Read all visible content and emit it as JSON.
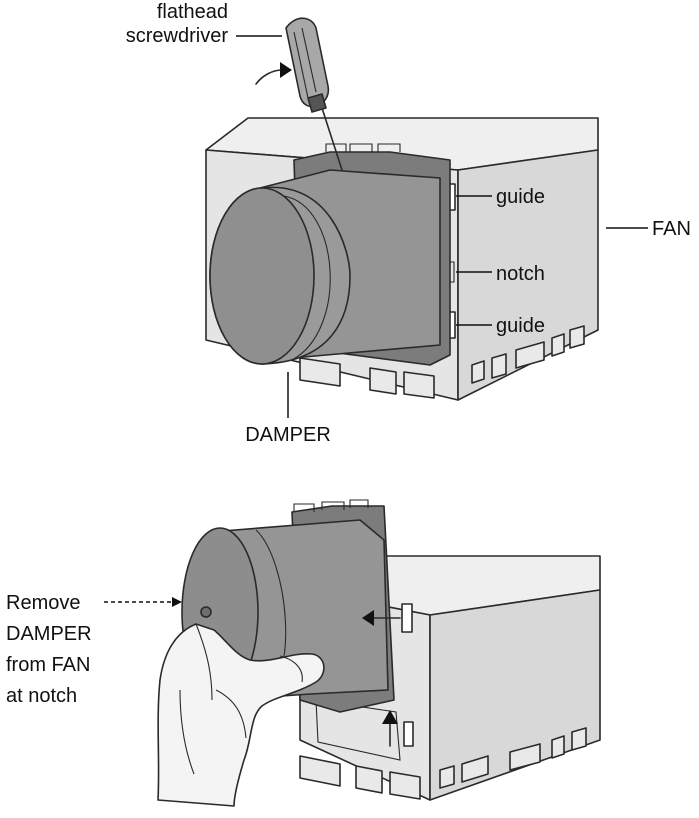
{
  "figure": {
    "top_panel": {
      "label_screwdriver_line1": "flathead",
      "label_screwdriver_line2": "screwdriver",
      "label_guide_upper": "guide",
      "label_notch": "notch",
      "label_guide_lower": "guide",
      "label_fan": "FAN",
      "label_damper": "DAMPER"
    },
    "bottom_panel": {
      "instruction_line1": "Remove",
      "instruction_line2": "DAMPER",
      "instruction_line3": "from FAN",
      "instruction_line4": "at notch"
    },
    "colors": {
      "fan_front": "#e6e6e6",
      "fan_side": "#d6d6d6",
      "fan_top": "#f0f0f0",
      "damper_dark": "#8a8a8a",
      "damper_mid": "#9c9c9c",
      "plate": "#7a7a7a",
      "hand": "#f2f2f2"
    }
  }
}
